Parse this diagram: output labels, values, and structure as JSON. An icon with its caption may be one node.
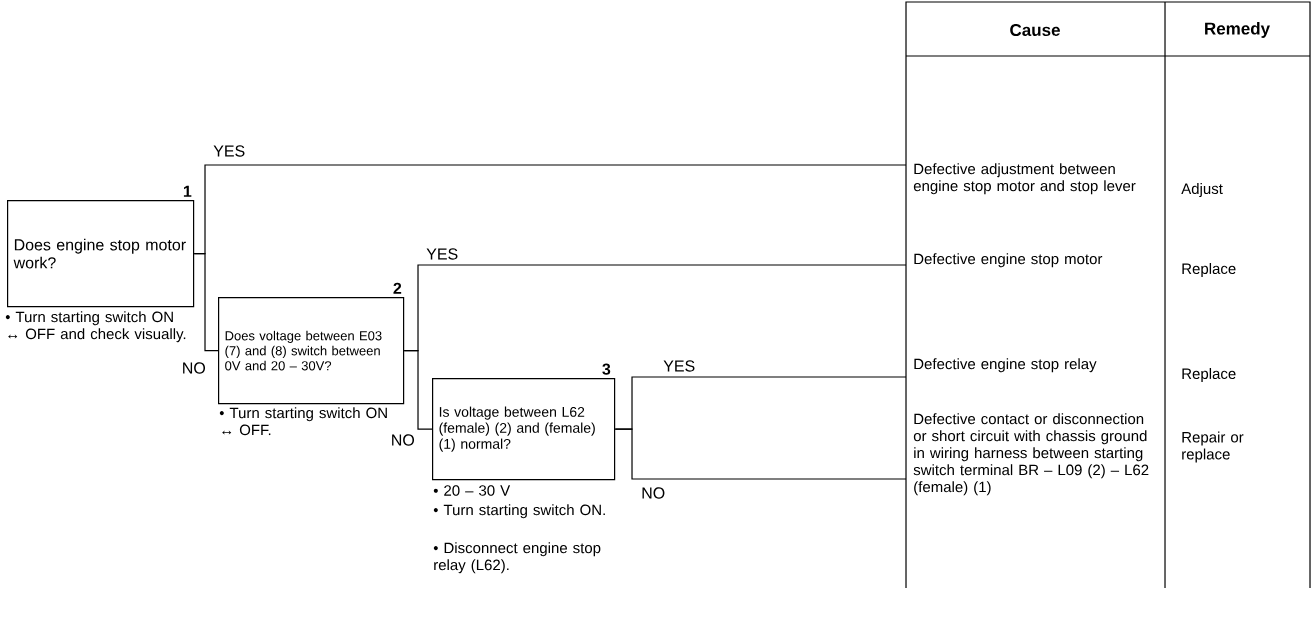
{
  "diagram": {
    "nodes": [
      {
        "text": [
          "Does engine stop motor work?"
        ],
        "beside": [
          "1",
          "• Turn starting switch ON ↔ OFF and check visually."
        ]
      },
      {
        "text": [
          "Does voltage between E03 (7) and (8) switch between 0V and 20 – 30V?"
        ],
        "beside": [
          "2",
          "• Turn starting switch ON ↔ OFF."
        ]
      },
      {
        "text": [
          "Is voltage between L62 (female) (2) and (female) (1) normal?"
        ],
        "beside": [
          "3",
          "• 20 – 30 V",
          "• Turn starting switch ON.",
          "• Disconnect engine stop relay (L62)."
        ]
      },
      {
        "text": [
          "Defective adjustment between engine stop motor and stop lever"
        ]
      },
      {
        "text": [
          "Defective engine stop motor"
        ]
      },
      {
        "text": [
          "Defective engine stop relay"
        ]
      },
      {
        "text": [
          "Defective contact or disconnection or short circuit with chassis ground in wiring harness between starting switch terminal BR – L09 (2) – L62 (female) (1)"
        ]
      }
    ],
    "edges": [
      {
        "from": 0,
        "to": 3,
        "arrow": "none",
        "label": "YES"
      },
      {
        "from": 0,
        "to": 1,
        "arrow": "none",
        "label": "NO"
      },
      {
        "from": 1,
        "to": 4,
        "arrow": "none",
        "label": "YES"
      },
      {
        "from": 1,
        "to": 2,
        "arrow": "none",
        "label": "NO"
      },
      {
        "from": 2,
        "to": 5,
        "arrow": "none",
        "label": "YES"
      },
      {
        "from": 2,
        "to": 6,
        "arrow": "none",
        "label": "NO"
      }
    ],
    "labels": [
      "Cause",
      "Remedy",
      "Adjust",
      "Replace",
      "Replace",
      "Repair or replace"
    ]
  }
}
